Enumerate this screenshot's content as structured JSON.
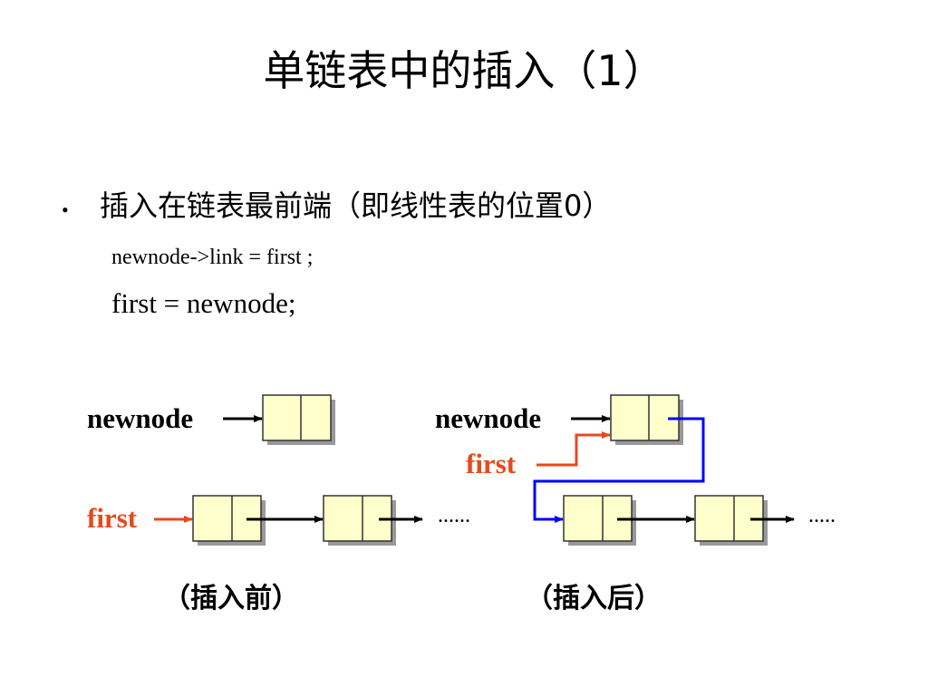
{
  "title": "单链表中的插入（1）",
  "bullet": {
    "symbol": "•",
    "text": "插入在链表最前端（即线性表的位置0）",
    "code_line1": "newnode->link = first ;",
    "code_line2": "first = newnode;"
  },
  "diagram_before": {
    "newnode_label": "newnode",
    "first_label": "first",
    "continuation": "......",
    "caption": "（插入前）"
  },
  "diagram_after": {
    "newnode_label": "newnode",
    "first_label": "first",
    "continuation": ".....",
    "caption": "（插入后）"
  },
  "colors": {
    "node_fill": "#ffffcc",
    "node_shadow": "#999999",
    "first_color": "#e8481c",
    "new_link_color": "#0000ff"
  }
}
